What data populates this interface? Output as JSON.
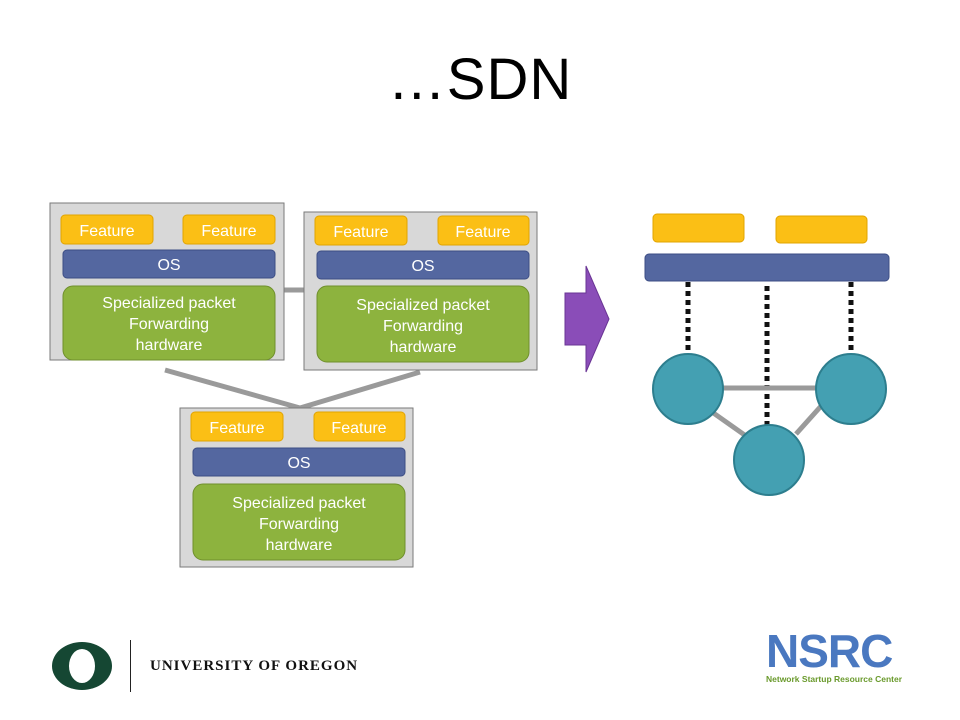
{
  "slide": {
    "title": "…SDN"
  },
  "switches": [
    {
      "feature_left": "Feature",
      "feature_right": "Feature",
      "os": "OS",
      "hw_line1": "Specialized packet",
      "hw_line2": "Forwarding",
      "hw_line3": "hardware"
    },
    {
      "feature_left": "Feature",
      "feature_right": "Feature",
      "os": "OS",
      "hw_line1": "Specialized packet",
      "hw_line2": "Forwarding",
      "hw_line3": "hardware"
    },
    {
      "feature_left": "Feature",
      "feature_right": "Feature",
      "os": "OS",
      "hw_line1": "Specialized packet",
      "hw_line2": "Forwarding",
      "hw_line3": "hardware"
    }
  ],
  "colors": {
    "feature": "#fbbf15",
    "os": "#5467a0",
    "hardware": "#8db33e",
    "node": "#44a0b2",
    "arrow": "#8a4db8",
    "box_bg": "#d8d8d8"
  },
  "footer": {
    "university": "UNIVERSITY OF OREGON",
    "logo_text": "NSRC",
    "logo_subtitle": "Network Startup Resource Center"
  }
}
